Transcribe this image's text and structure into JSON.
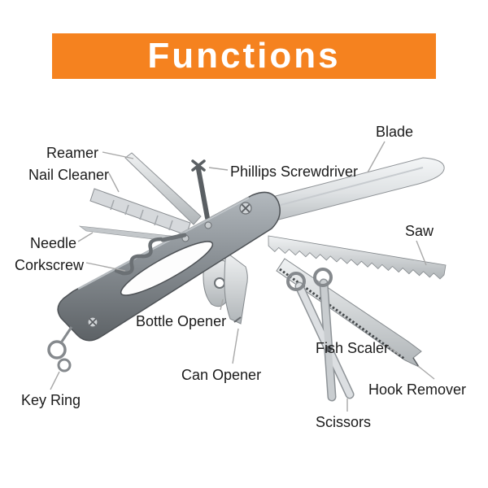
{
  "header": {
    "title": "Functions"
  },
  "colors": {
    "banner_bg": "#F5821F",
    "banner_text": "#FFFFFF",
    "label_text": "#1B1B1B",
    "leader_line": "#A8A8A8",
    "metal_light": "#F0F2F3",
    "metal_dark": "#5D6266"
  },
  "labels": [
    {
      "id": "reamer",
      "text": "Reamer"
    },
    {
      "id": "nail-cleaner",
      "text": "Nail Cleaner"
    },
    {
      "id": "phillips-screwdriver",
      "text": "Phillips Screwdriver"
    },
    {
      "id": "blade",
      "text": "Blade"
    },
    {
      "id": "needle",
      "text": "Needle"
    },
    {
      "id": "corkscrew",
      "text": "Corkscrew"
    },
    {
      "id": "saw",
      "text": "Saw"
    },
    {
      "id": "bottle-opener",
      "text": "Bottle Opener"
    },
    {
      "id": "can-opener",
      "text": "Can Opener"
    },
    {
      "id": "fish-scaler",
      "text": "Fish Scaler"
    },
    {
      "id": "hook-remover",
      "text": "Hook Remover"
    },
    {
      "id": "key-ring",
      "text": "Key Ring"
    },
    {
      "id": "scissors",
      "text": "Scissors"
    }
  ]
}
